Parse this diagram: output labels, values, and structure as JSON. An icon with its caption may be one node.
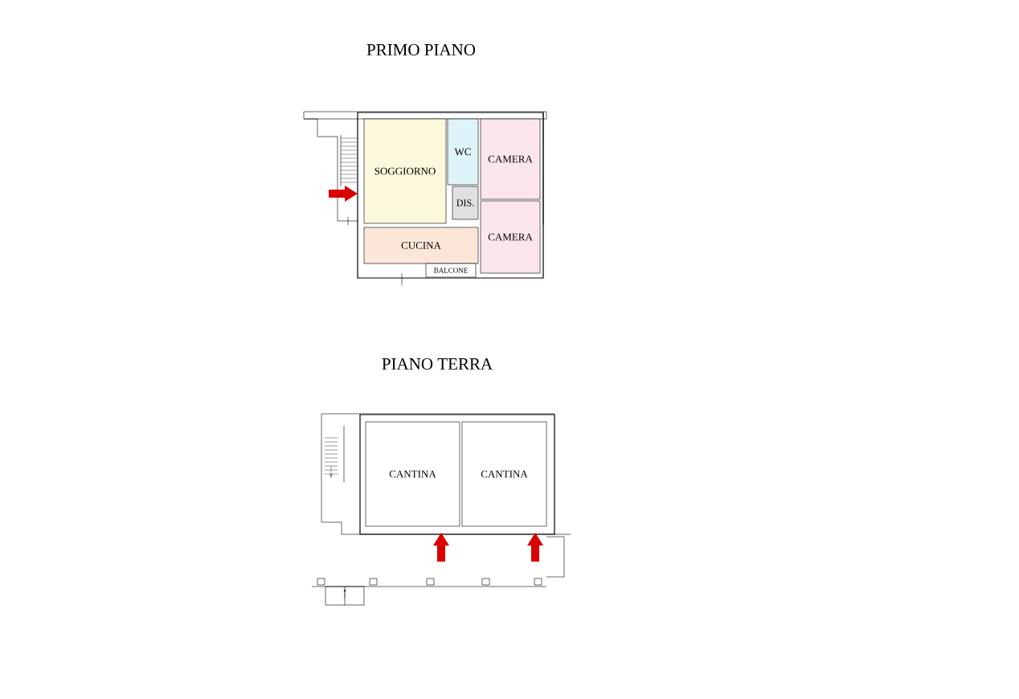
{
  "diagram": {
    "nodes": [
      {
        "text": [
          "SOGGIORNO"
        ]
      },
      {
        "text": [
          "WC"
        ]
      },
      {
        "text": [
          "CAMERA"
        ]
      },
      {
        "text": [
          "DIS."
        ]
      },
      {
        "text": [
          "CUCINA"
        ]
      },
      {
        "text": [
          "CAMERA"
        ]
      },
      {
        "text": [
          "BALCONE"
        ]
      },
      {
        "text": [
          "CANTINA"
        ]
      },
      {
        "text": [
          "CANTINA"
        ]
      }
    ],
    "labels": [
      "PRIMO PIANO",
      "PIANO TERRA"
    ]
  }
}
